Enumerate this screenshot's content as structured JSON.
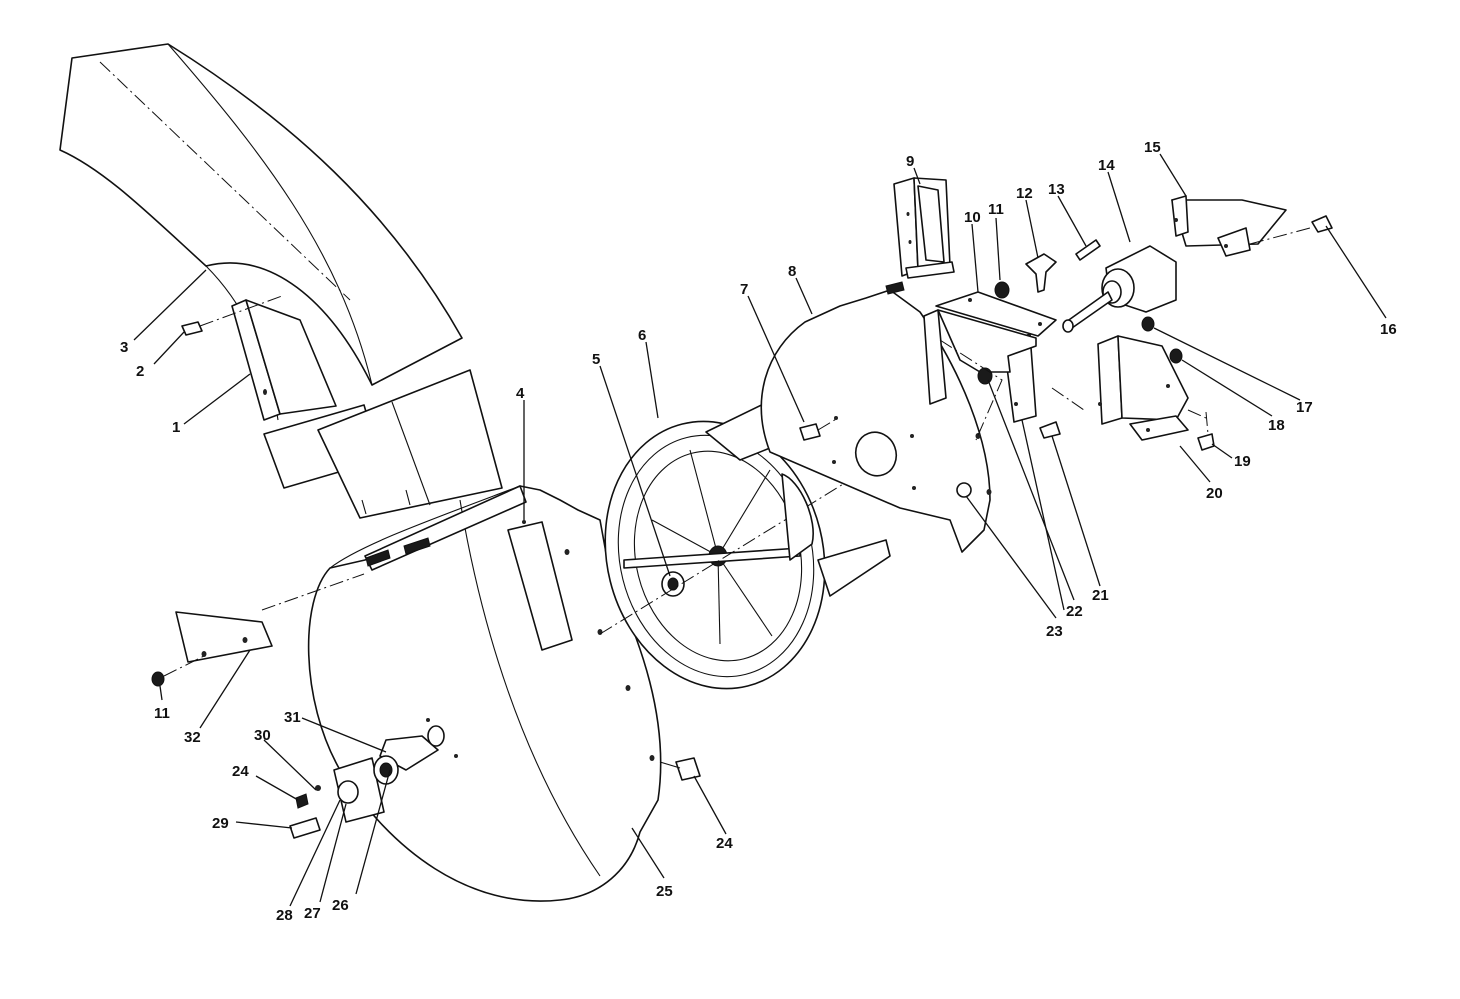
{
  "diagram": {
    "callouts": [
      {
        "id": "c1",
        "label": "1"
      },
      {
        "id": "c2",
        "label": "2"
      },
      {
        "id": "c3",
        "label": "3"
      },
      {
        "id": "c4",
        "label": "4"
      },
      {
        "id": "c5",
        "label": "5"
      },
      {
        "id": "c6",
        "label": "6"
      },
      {
        "id": "c7",
        "label": "7"
      },
      {
        "id": "c8",
        "label": "8"
      },
      {
        "id": "c9",
        "label": "9"
      },
      {
        "id": "c10",
        "label": "10"
      },
      {
        "id": "c11a",
        "label": "11"
      },
      {
        "id": "c11b",
        "label": "11"
      },
      {
        "id": "c12",
        "label": "12"
      },
      {
        "id": "c13",
        "label": "13"
      },
      {
        "id": "c14",
        "label": "14"
      },
      {
        "id": "c15",
        "label": "15"
      },
      {
        "id": "c16",
        "label": "16"
      },
      {
        "id": "c17",
        "label": "17"
      },
      {
        "id": "c18",
        "label": "18"
      },
      {
        "id": "c19",
        "label": "19"
      },
      {
        "id": "c20",
        "label": "20"
      },
      {
        "id": "c21",
        "label": "21"
      },
      {
        "id": "c22",
        "label": "22"
      },
      {
        "id": "c23",
        "label": "23"
      },
      {
        "id": "c24a",
        "label": "24"
      },
      {
        "id": "c24b",
        "label": "24"
      },
      {
        "id": "c25",
        "label": "25"
      },
      {
        "id": "c26",
        "label": "26"
      },
      {
        "id": "c27",
        "label": "27"
      },
      {
        "id": "c28",
        "label": "28"
      },
      {
        "id": "c29",
        "label": "29"
      },
      {
        "id": "c30",
        "label": "30"
      },
      {
        "id": "c31",
        "label": "31"
      },
      {
        "id": "c32",
        "label": "32"
      }
    ]
  }
}
